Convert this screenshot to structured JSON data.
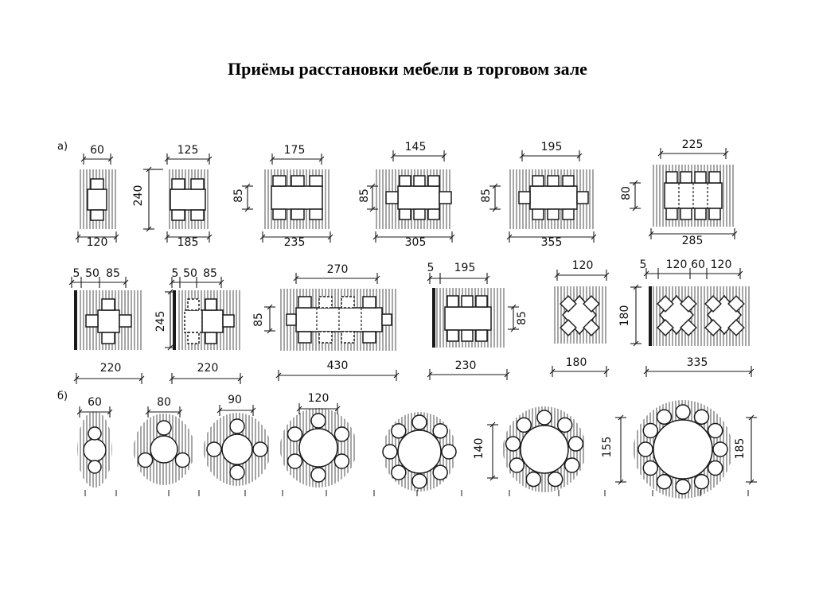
{
  "title": "Приёмы расстановки мебели в торговом зале",
  "section_a": {
    "label": "а)",
    "row1": [
      {
        "top": "60",
        "side": "240",
        "bottom": "120"
      },
      {
        "top": "125",
        "bottom": "185"
      },
      {
        "top": "175",
        "side": "85",
        "bottom": "235"
      },
      {
        "top": "145",
        "side": "85",
        "bottom": "305"
      },
      {
        "top": "195",
        "side": "85",
        "bottom": "355"
      },
      {
        "top": "225",
        "side": "80",
        "bottom": "285"
      }
    ],
    "row2": [
      {
        "top": "5",
        "top2": "50",
        "top3": "85",
        "side": "245",
        "bottom": "220"
      },
      {
        "top": "5",
        "top2": "50",
        "top3": "85",
        "bottom": "220"
      },
      {
        "top": "270",
        "side": "85",
        "bottom": "430"
      },
      {
        "top": "5",
        "top2": "195",
        "side": "85",
        "bottom": "230"
      },
      {
        "top": "120",
        "side": "180",
        "bottom": "180"
      },
      {
        "top": "5",
        "top2": "120",
        "top3": "60",
        "top4": "120",
        "bottom": "335"
      }
    ]
  },
  "section_b": {
    "label": "б)",
    "items": [
      {
        "top": "60"
      },
      {
        "top": "80"
      },
      {
        "top": "90"
      },
      {
        "top": "120"
      },
      {
        "side": "140"
      },
      {
        "side": "155"
      },
      {
        "side": "185"
      }
    ]
  },
  "colors": {
    "ink": "#1a1a1a",
    "hatch": "#3a3a3a",
    "background": "#ffffff"
  }
}
